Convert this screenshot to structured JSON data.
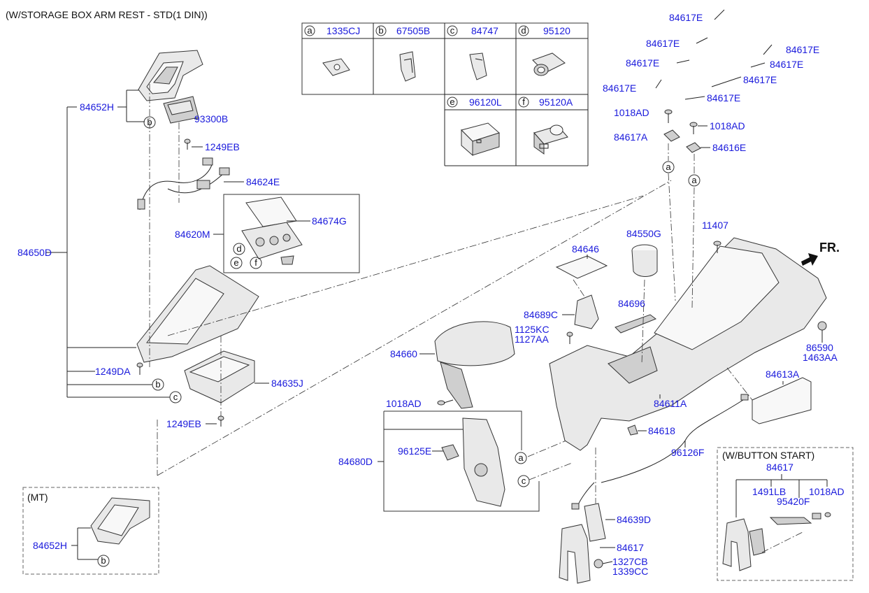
{
  "title": "(W/STORAGE BOX ARM REST - STD(1 DIN))",
  "legend": {
    "top_row": [
      {
        "letter": "a",
        "code": "1335CJ"
      },
      {
        "letter": "b",
        "code": "67505B"
      },
      {
        "letter": "c",
        "code": "84747"
      },
      {
        "letter": "d",
        "code": "95120"
      }
    ],
    "bottom_row": [
      {
        "letter": "e",
        "code": "96120L"
      },
      {
        "letter": "f",
        "code": "95120A"
      }
    ]
  },
  "direction_label": "FR.",
  "part_labels": {
    "p84652H": "84652H",
    "p93300B": "93300B",
    "p1249EB_top": "1249EB",
    "p84624E": "84624E",
    "p84674G": "84674G",
    "p84620M": "84620M",
    "p84650D": "84650D",
    "p1249DA": "1249DA",
    "p84635J": "84635J",
    "p1249EB_bottom": "1249EB",
    "p84660": "84660",
    "p1018AD_left": "1018AD",
    "p84680D": "84680D",
    "p96125E": "96125E",
    "p84646": "84646",
    "p84550G": "84550G",
    "p84689C": "84689C",
    "p84696": "84696",
    "p1125KC": "1125KC",
    "p1127AA": "1127AA",
    "p11407": "11407",
    "p86590": "86590",
    "p1463AA": "1463AA",
    "p84613A": "84613A",
    "p84611A": "84611A",
    "p84618": "84618",
    "p96126F": "96126F",
    "p84639D": "84639D",
    "p84617_bottom": "84617",
    "p1327CB": "1327CB",
    "p1339CC": "1339CC",
    "p1018AD_a": "1018AD",
    "p1018AD_b": "1018AD",
    "p84617A": "84617A",
    "p84616E": "84616E",
    "p84617E_1": "84617E",
    "p84617E_2": "84617E",
    "p84617E_3": "84617E",
    "p84617E_4": "84617E",
    "p84617E_5": "84617E",
    "p84617E_6": "84617E",
    "p84617E_7": "84617E",
    "p84617E_8": "84617E"
  },
  "mt_box": {
    "title": "(MT)",
    "part": "84652H"
  },
  "button_start_box": {
    "title": "(W/BUTTON START)",
    "part_main": "84617",
    "part_a": "1491LB",
    "part_b": "95420F",
    "part_c": "1018AD"
  },
  "callout_letters": {
    "a": "a",
    "b": "b",
    "c": "c",
    "d": "d",
    "e": "e",
    "f": "f"
  },
  "colors": {
    "label_blue": "#1a1adc",
    "text_black": "#111111",
    "line": "#222222"
  }
}
